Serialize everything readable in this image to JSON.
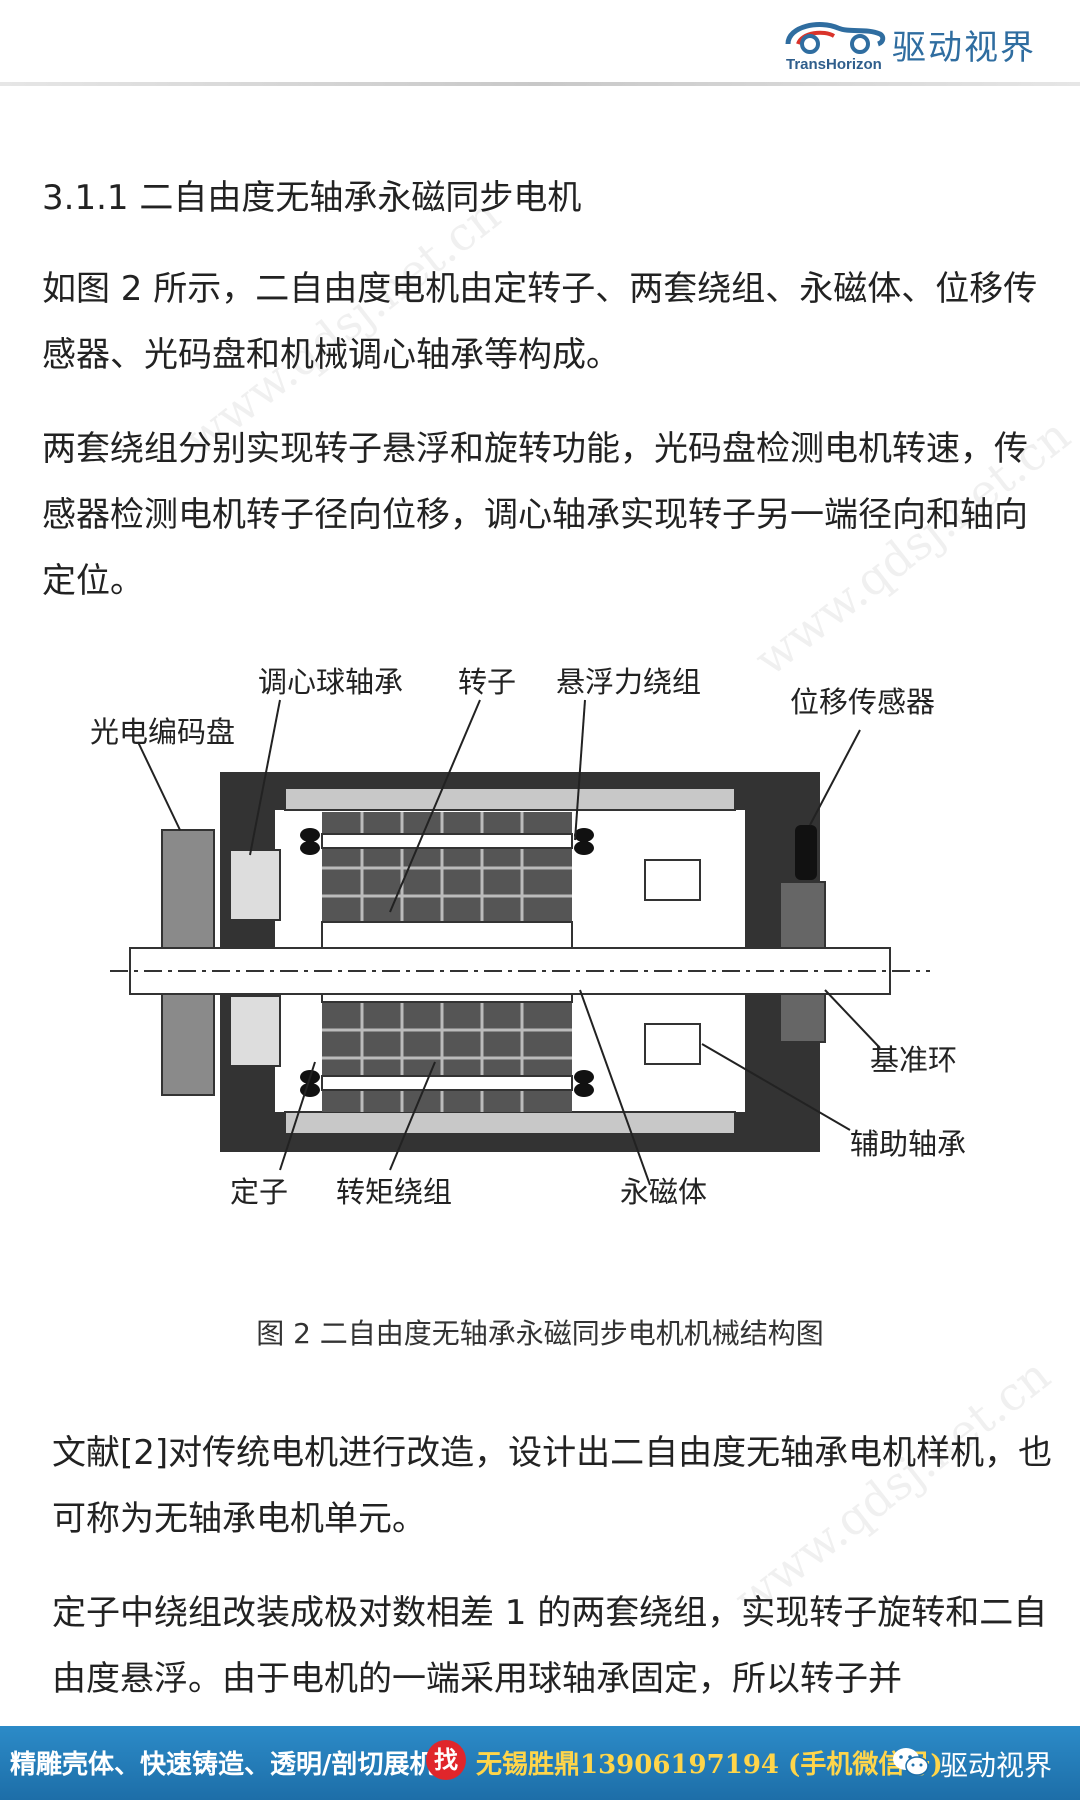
{
  "header": {
    "logo_cn": "驱动视界",
    "logo_en": "TransHorizon"
  },
  "heading": "3.1.1 二自由度无轴承永磁同步电机",
  "paragraphs": [
    "如图 2 所示，二自由度电机由定转子、两套绕组、永磁体、位移传感器、光码盘和机械调心轴承等构成。",
    "两套绕组分别实现转子悬浮和旋转功能，光码盘检测电机转速，传感器检测电机转子径向位移，调心轴承实现转子另一端径向和轴向定位。",
    "文献[2]对传统电机进行改造，设计出二自由度无轴承电机样机，也可称为无轴承电机单元。",
    "定子中绕组改装成极对数相差 1 的两套绕组，实现转子旋转和二自由度悬浮。由于电机的一端采用球轴承固定，所以转子并"
  ],
  "figure": {
    "labels": {
      "spherical_bearing": "调心球轴承",
      "rotor": "转子",
      "suspension_winding": "悬浮力绕组",
      "displacement_sensor": "位移传感器",
      "encoder": "光电编码盘",
      "reference_ring": "基准环",
      "auxiliary_bearing": "辅助轴承",
      "stator": "定子",
      "torque_winding": "转矩绕组",
      "permanent_magnet": "永磁体"
    },
    "caption": "图 2 二自由度无轴承永磁同步电机机械结构图"
  },
  "watermark": "www.qdsj.net.cn",
  "footer": {
    "ad_text": "精雕壳体、快速铸造、透明/剖切展机",
    "find_badge": "找",
    "contact": "无锡胜鼎13906197194 (手机微信号)",
    "brand": "驱动视界"
  }
}
